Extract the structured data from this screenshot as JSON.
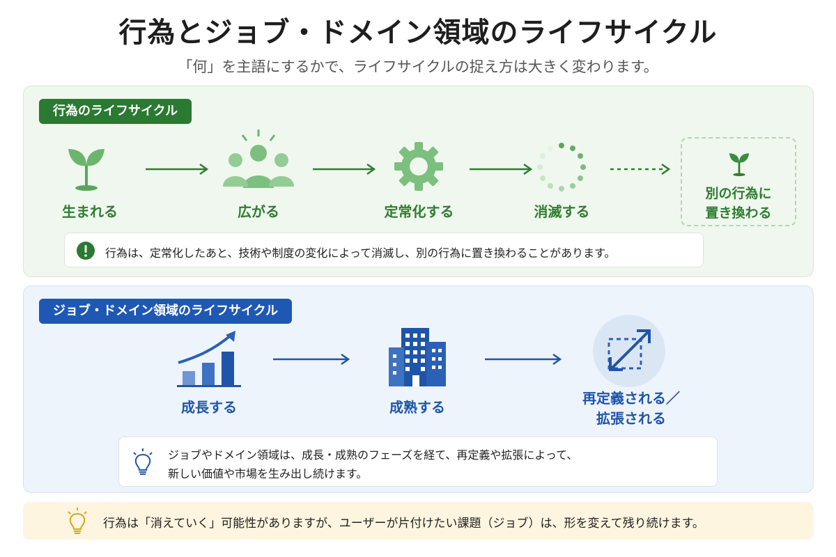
{
  "header": {
    "title": "行為とジョブ・ドメイン領域のライフサイクル",
    "subtitle": "「何」を主語にするかで、ライフサイクルの捉え方は大きく変わります。"
  },
  "action_lifecycle": {
    "tag": "行為のライフサイクル",
    "steps": [
      {
        "label": "生まれる",
        "icon": "sprout-icon"
      },
      {
        "label": "広がる",
        "icon": "people-group-icon"
      },
      {
        "label": "定常化する",
        "icon": "gear-icon"
      },
      {
        "label": "消滅する",
        "icon": "fading-dots-icon"
      }
    ],
    "next": {
      "line1": "別の行為に",
      "line2": "置き換わる",
      "icon": "small-sprout-icon"
    },
    "note": "行為は、定常化したあと、技術や制度の変化によって消滅し、別の行為に置き換わることがあります。",
    "color": "#2f7d32"
  },
  "job_lifecycle": {
    "tag": "ジョブ・ドメイン領域のライフサイクル",
    "steps": [
      {
        "label": "成長する",
        "icon": "growth-chart-icon"
      },
      {
        "label": "成熟する",
        "icon": "building-icon"
      }
    ],
    "final": {
      "line1": "再定義される／",
      "line2": "拡張される",
      "icon": "expand-icon"
    },
    "note_line1": "ジョブやドメイン領域は、成長・成熟のフェーズを経て、再定義や拡張によって、",
    "note_line2": "新しい価値や市場を生み出し続けます。",
    "color": "#1f55a8"
  },
  "footer": {
    "text": "行為は「消えていく」可能性がありますが、ユーザーが片付けたい課題（ジョブ）は、形を変えて残り続けます。",
    "icon": "lightbulb-icon"
  }
}
